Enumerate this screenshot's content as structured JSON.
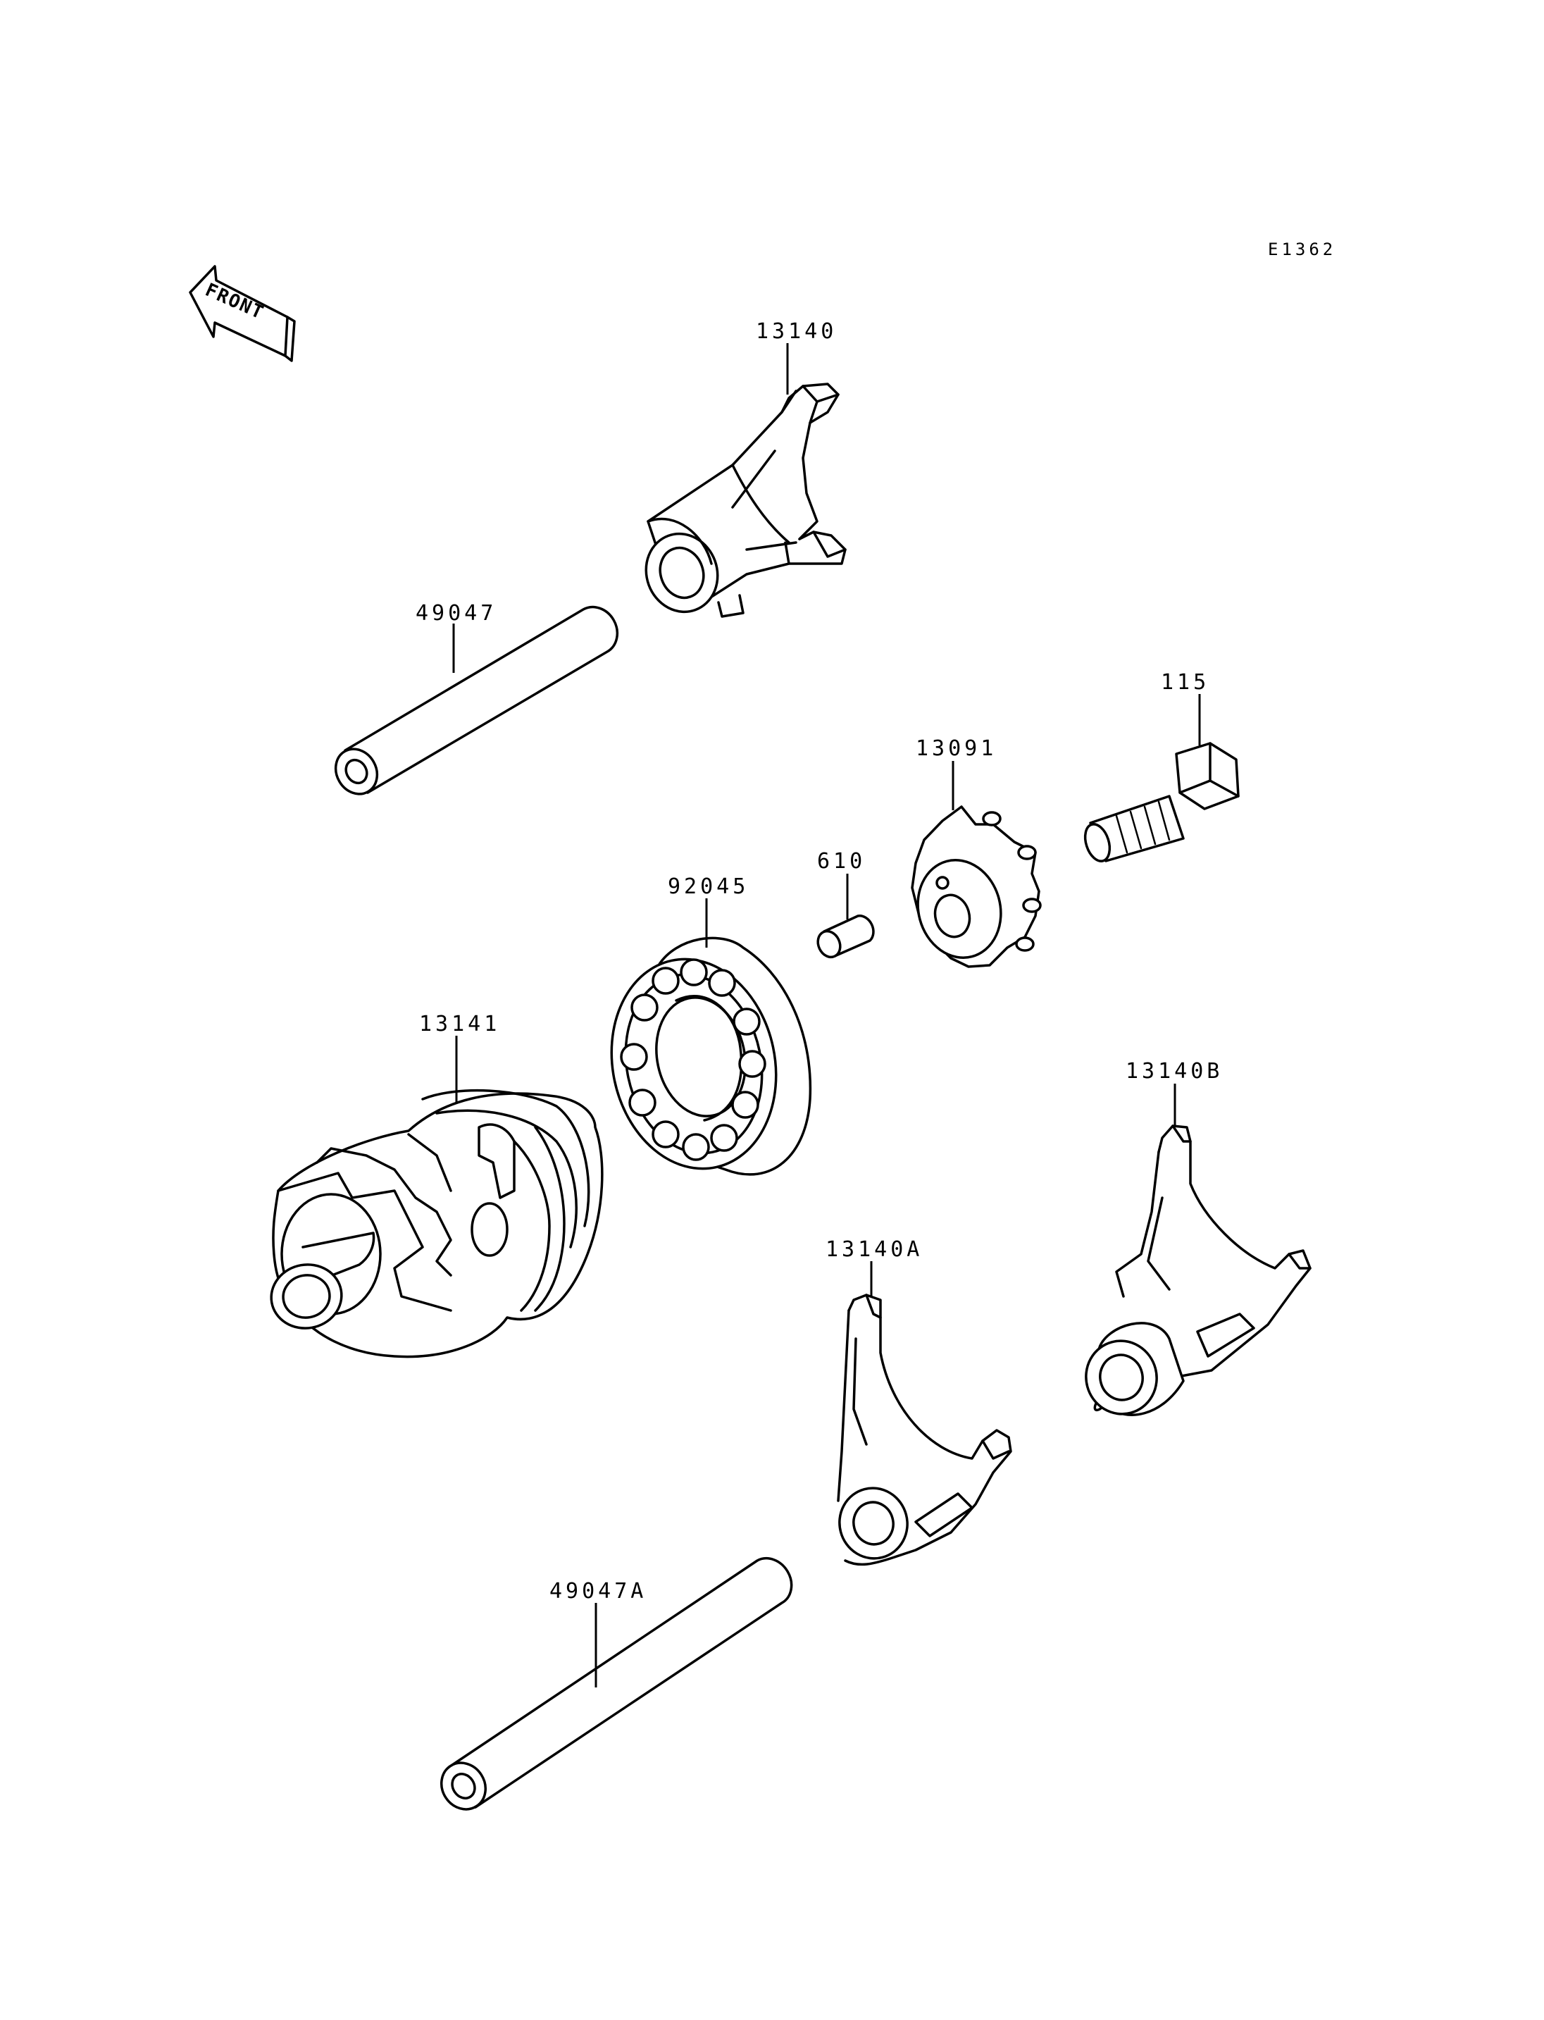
{
  "diagram_id": "E1362",
  "front_label": "FRONT",
  "parts": {
    "fork_top": "13140",
    "shaft_top": "49047",
    "bolt": "115",
    "pin_plate": "13091",
    "pin": "610",
    "bearing": "92045",
    "drum": "13141",
    "fork_right": "13140B",
    "fork_middle": "13140A",
    "shaft_bottom": "49047A"
  }
}
